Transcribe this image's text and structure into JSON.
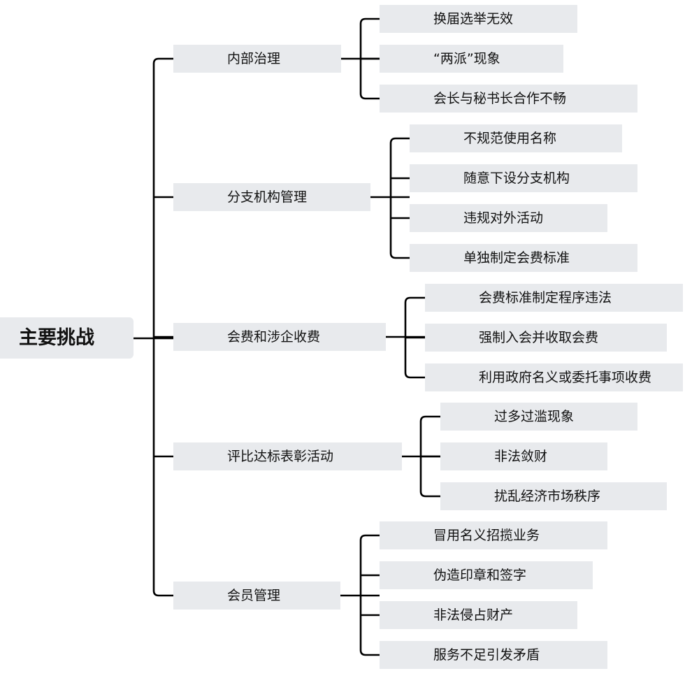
{
  "root": {
    "label": "主要挑战"
  },
  "branches": [
    {
      "label": "内部治理",
      "children": [
        "换届选举无效",
        "“两派”现象",
        "会长与秘书长合作不畅"
      ]
    },
    {
      "label": "分支机构管理",
      "children": [
        "不规范使用名称",
        "随意下设分支机构",
        "违规对外活动",
        "单独制定会费标准"
      ]
    },
    {
      "label": "会费和涉企收费",
      "children": [
        "会费标准制定程序违法",
        "强制入会并收取会费",
        "利用政府名义或委托事项收费"
      ]
    },
    {
      "label": "评比达标表彰活动",
      "children": [
        "过多过滥现象",
        "非法敛财",
        "扰乱经济市场秩序"
      ]
    },
    {
      "label": "会员管理",
      "children": [
        "冒用名义招揽业务",
        "伪造印章和签字",
        "非法侵占财产",
        "服务不足引发矛盾"
      ]
    }
  ]
}
